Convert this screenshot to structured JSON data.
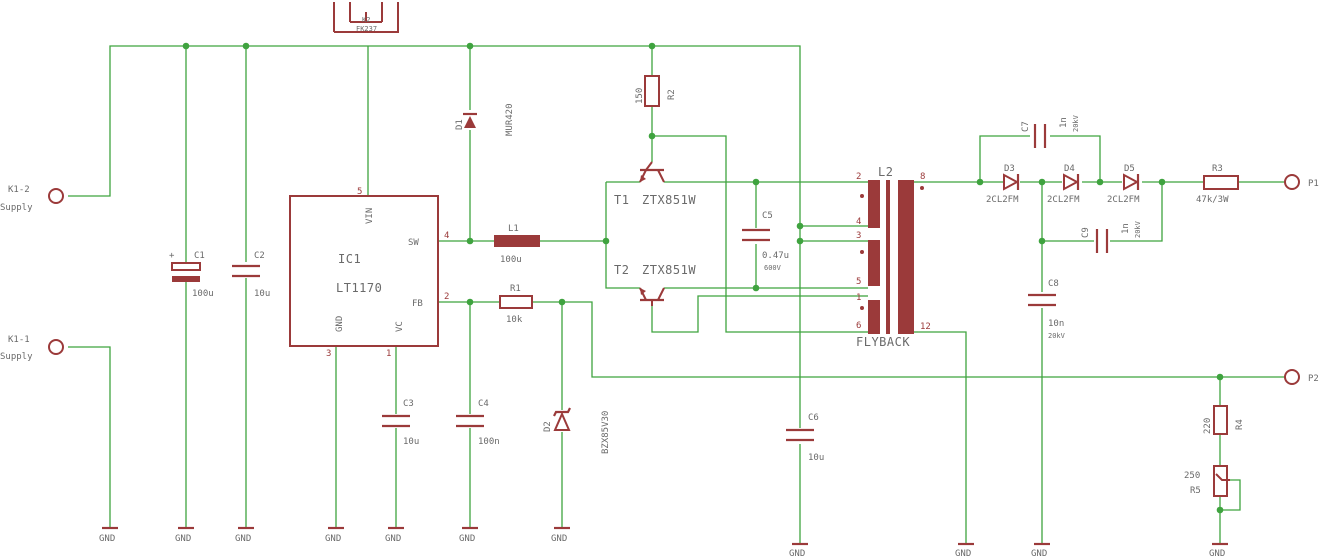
{
  "connectors": [
    {
      "name": "K1-2",
      "label": "Supply"
    },
    {
      "name": "K1-1",
      "label": "Supply"
    }
  ],
  "outputs": [
    "P1",
    "P2"
  ],
  "ic": {
    "name": "IC1",
    "part": "LT1170",
    "pins": {
      "vin": "VIN",
      "sw": "SW",
      "fb": "FB",
      "gnd": "GND",
      "vc": "VC"
    },
    "pin_numbers": {
      "vin": "5",
      "sw": "4",
      "fb": "2",
      "gnd": "3",
      "vc": "1"
    }
  },
  "components": {
    "c1": {
      "name": "C1",
      "value": "100u"
    },
    "c2": {
      "name": "C2",
      "value": "10u"
    },
    "c3": {
      "name": "C3",
      "value": "10u"
    },
    "c4": {
      "name": "C4",
      "value": "100n"
    },
    "c5": {
      "name": "C5",
      "value": "0.47u",
      "rating": "600V"
    },
    "c6": {
      "name": "C6",
      "value": "10u"
    },
    "c7": {
      "name": "C7",
      "value": "1n",
      "rating": "20kV"
    },
    "c8": {
      "name": "C8",
      "value": "10n",
      "rating": "20kV"
    },
    "c9": {
      "name": "C9",
      "value": "1n",
      "rating": "20kV"
    },
    "d1": {
      "name": "D1",
      "value": "MUR420"
    },
    "d2": {
      "name": "D2",
      "value": "BZX85V30"
    },
    "d3": {
      "name": "D3",
      "value": "2CL2FM"
    },
    "d4": {
      "name": "D4",
      "value": "2CL2FM"
    },
    "d5": {
      "name": "D5",
      "value": "2CL2FM"
    },
    "l1": {
      "name": "L1",
      "value": "100u"
    },
    "r1": {
      "name": "R1",
      "value": "10k"
    },
    "r2": {
      "name": "R2",
      "value": "150"
    },
    "r3": {
      "name": "R3",
      "value": "47k/3W"
    },
    "r4": {
      "name": "R4",
      "value": "220"
    },
    "r5": {
      "name": "R5",
      "value": "250"
    },
    "t1": {
      "name": "T1",
      "value": "ZTX851W"
    },
    "t2": {
      "name": "T2",
      "value": "ZTX851W"
    },
    "l2": {
      "name": "L2",
      "value": "FLYBACK",
      "pins": [
        "2",
        "4",
        "3",
        "5",
        "1",
        "6",
        "8",
        "12"
      ]
    }
  },
  "heatsink": {
    "name": "K2",
    "part": "FK237"
  },
  "gnd_label": "GND"
}
